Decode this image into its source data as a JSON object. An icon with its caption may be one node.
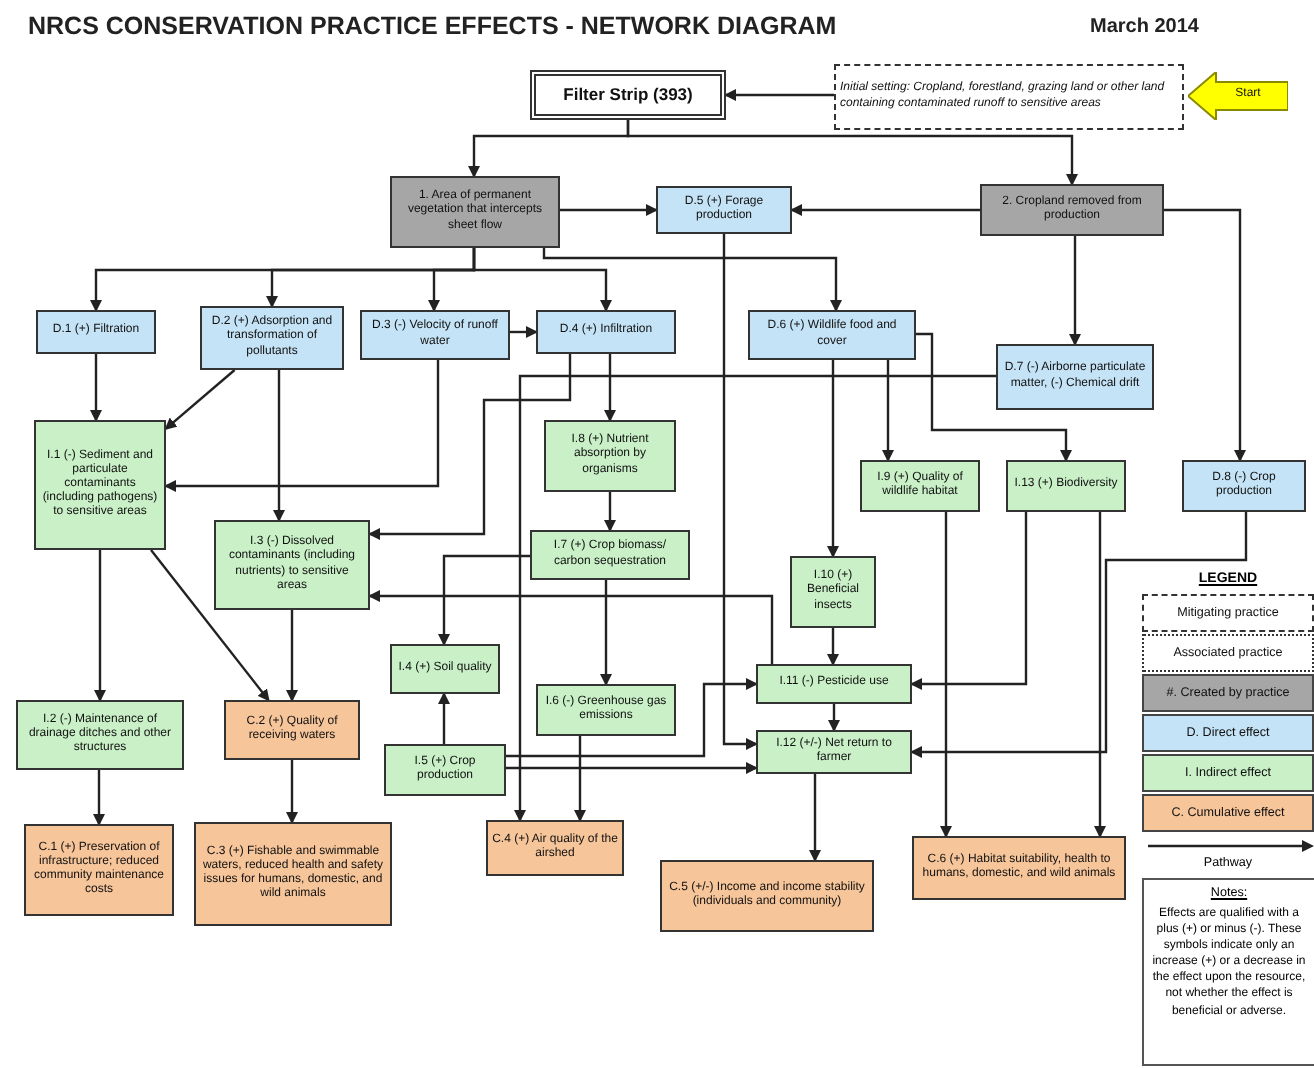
{
  "diagram": {
    "title": "NRCS CONSERVATION PRACTICE EFFECTS - NETWORK DIAGRAM",
    "nodes": [
      {
        "text": [
          "Filter Strip (393)"
        ]
      },
      {
        "text": [
          "Initial setting: Cropland, forestland, grazing land or other land containing contaminated runoff to sensitive areas"
        ]
      },
      {
        "text": [
          "Start"
        ]
      },
      {
        "text": [
          "1. Area of permanent vegetation that intercepts sheet flow"
        ]
      },
      {
        "text": [
          "D.5 (+) Forage production"
        ]
      },
      {
        "text": [
          "2. Cropland removed from production"
        ]
      },
      {
        "text": [
          "D.1 (+) Filtration"
        ]
      },
      {
        "text": [
          "D.2 (+) Adsorption and transformation of pollutants"
        ]
      },
      {
        "text": [
          "D.3 (-) Velocity of runoff water"
        ]
      },
      {
        "text": [
          "D.4 (+) Infiltration"
        ]
      },
      {
        "text": [
          "D.6 (+) Wildlife food and cover"
        ]
      },
      {
        "text": [
          "D.7 (-) Airborne particulate matter, (-) Chemical drift"
        ]
      },
      {
        "text": [
          "I.1 (-) Sediment and particulate contaminants (including pathogens) to sensitive areas"
        ]
      },
      {
        "text": [
          "I.8 (+) Nutrient absorption by organisms"
        ]
      },
      {
        "text": [
          "I.9 (+) Quality of wildlife habitat"
        ]
      },
      {
        "text": [
          "I.13 (+) Biodiversity"
        ]
      },
      {
        "text": [
          "D.8 (-) Crop production"
        ]
      },
      {
        "text": [
          "I.3 (-) Dissolved contaminants (including nutrients) to sensitive areas"
        ]
      },
      {
        "text": [
          "I.7 (+) Crop biomass/ carbon sequestration"
        ]
      },
      {
        "text": [
          "I.10 (+) Beneficial insects"
        ]
      },
      {
        "text": [
          "I.4 (+) Soil quality"
        ]
      },
      {
        "text": [
          "I.11 (-) Pesticide use"
        ]
      },
      {
        "text": [
          "I.6 (-) Greenhouse gas emissions"
        ]
      },
      {
        "text": [
          "I.2 (-) Maintenance of drainage ditches and other structures"
        ]
      },
      {
        "text": [
          "C.2 (+) Quality of receiving waters"
        ]
      },
      {
        "text": [
          "I.5 (+) Crop production"
        ]
      },
      {
        "text": [
          "I.12 (+/-) Net return to farmer"
        ]
      },
      {
        "text": [
          "C.1 (+) Preservation of infrastructure; reduced community maintenance costs"
        ]
      },
      {
        "text": [
          "C.3 (+) Fishable and swimmable waters, reduced health and safety issues for humans, domestic, and wild animals"
        ]
      },
      {
        "text": [
          "C.4 (+) Air quality of the airshed"
        ]
      },
      {
        "text": [
          "C.5 (+/-) Income and income stability (individuals and community)"
        ]
      },
      {
        "text": [
          "C.6 (+) Habitat suitability, health to humans, domestic, and wild animals"
        ]
      }
    ],
    "edges": [
      {
        "from": 1,
        "to": 0,
        "arrow": "to"
      },
      {
        "from": 0,
        "to": 3,
        "arrow": "to"
      },
      {
        "from": 0,
        "to": 5,
        "arrow": "to"
      },
      {
        "from": 3,
        "to": 4,
        "arrow": "to"
      },
      {
        "from": 5,
        "to": 4,
        "arrow": "to"
      },
      {
        "from": 3,
        "to": 6,
        "arrow": "to"
      },
      {
        "from": 3,
        "to": 7,
        "arrow": "to"
      },
      {
        "from": 3,
        "to": 8,
        "arrow": "to"
      },
      {
        "from": 3,
        "to": 9,
        "arrow": "to"
      },
      {
        "from": 3,
        "to": 10,
        "arrow": "to"
      },
      {
        "from": 5,
        "to": 11,
        "arrow": "to"
      },
      {
        "from": 5,
        "to": 16,
        "arrow": "to"
      },
      {
        "from": 8,
        "to": 9,
        "arrow": "to"
      },
      {
        "from": 6,
        "to": 12,
        "arrow": "to"
      },
      {
        "from": 7,
        "to": 12,
        "arrow": "to"
      },
      {
        "from": 7,
        "to": 17,
        "arrow": "to"
      },
      {
        "from": 8,
        "to": 12,
        "arrow": "to"
      },
      {
        "from": 9,
        "to": 13,
        "arrow": "to"
      },
      {
        "from": 9,
        "to": 17,
        "arrow": "to"
      },
      {
        "from": 13,
        "to": 18,
        "arrow": "to"
      },
      {
        "from": 18,
        "to": 20,
        "arrow": "to"
      },
      {
        "from": 18,
        "to": 22,
        "arrow": "to"
      },
      {
        "from": 21,
        "to": 17,
        "arrow": "to"
      },
      {
        "from": 19,
        "to": 21,
        "arrow": "to"
      },
      {
        "from": 10,
        "to": 19,
        "arrow": "to"
      },
      {
        "from": 10,
        "to": 14,
        "arrow": "to"
      },
      {
        "from": 10,
        "to": 15,
        "arrow": "to"
      },
      {
        "from": 15,
        "to": 21,
        "arrow": "to"
      },
      {
        "from": 15,
        "to": 31,
        "arrow": "to"
      },
      {
        "from": 14,
        "to": 31,
        "arrow": "to"
      },
      {
        "from": 16,
        "to": 26,
        "arrow": "to"
      },
      {
        "from": 25,
        "to": 20,
        "arrow": "to"
      },
      {
        "from": 25,
        "to": 21,
        "arrow": "to"
      },
      {
        "from": 25,
        "to": 26,
        "arrow": "to"
      },
      {
        "from": 4,
        "to": 26,
        "arrow": "to"
      },
      {
        "from": 21,
        "to": 26,
        "arrow": "to"
      },
      {
        "from": 11,
        "to": 29,
        "arrow": "to"
      },
      {
        "from": 22,
        "to": 29,
        "arrow": "to"
      },
      {
        "from": 12,
        "to": 23,
        "arrow": "to"
      },
      {
        "from": 12,
        "to": 24,
        "arrow": "to"
      },
      {
        "from": 17,
        "to": 24,
        "arrow": "to"
      },
      {
        "from": 23,
        "to": 27,
        "arrow": "to"
      },
      {
        "from": 24,
        "to": 28,
        "arrow": "to"
      },
      {
        "from": 26,
        "to": 30,
        "arrow": "to"
      }
    ],
    "labels": [
      "March 2014",
      "LEGEND",
      "Notes:",
      "Effects are qualified with a plus (+) or minus (-). These symbols indicate only an increase (+) or a decrease in the effect upon the resource, not whether the effect is beneficial or adverse."
    ],
    "legend": [
      {
        "text": "Mitigating practice"
      },
      {
        "text": "Associated practice"
      },
      {
        "text": "#. Created by practice",
        "color": "#a6a6a6"
      },
      {
        "text": "D. Direct effect",
        "color": "#c5e3f6"
      },
      {
        "text": "I. Indirect effect",
        "color": "#c9f0c7"
      },
      {
        "text": "C. Cumulative effect",
        "color": "#f7c59a"
      },
      {
        "text": "Pathway"
      }
    ]
  }
}
